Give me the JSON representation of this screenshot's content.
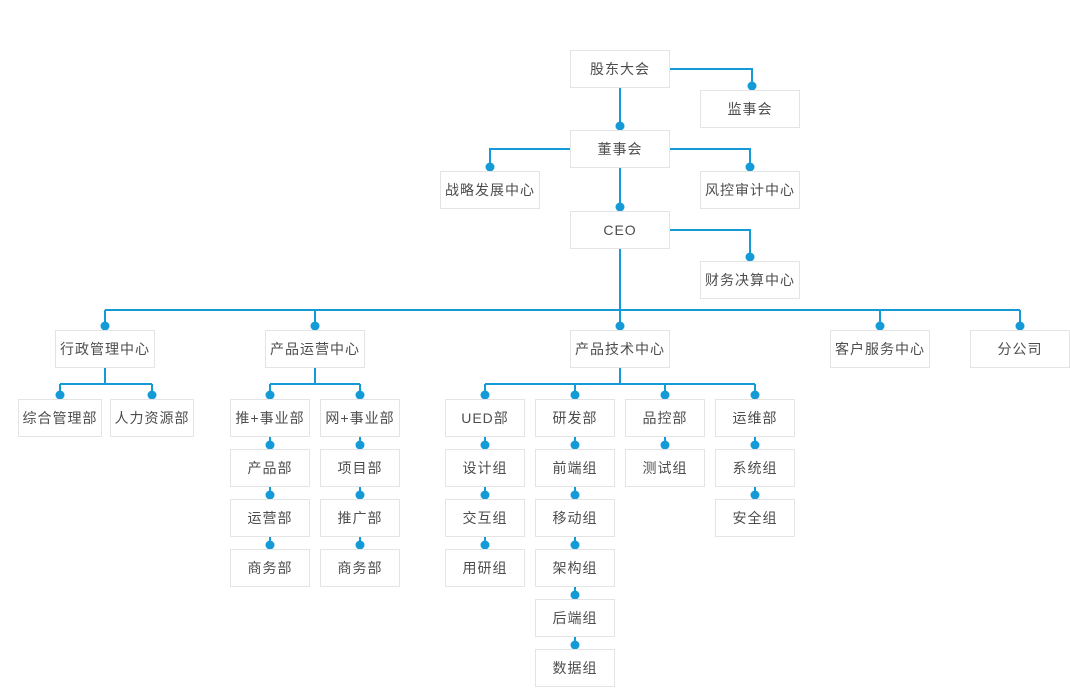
{
  "diagram": {
    "type": "org-chart",
    "accent_color": "#149bd7",
    "node_border_color": "#e4e4e4",
    "node_text_color": "#4d4d4d",
    "background_color": "#ffffff"
  },
  "nodes": {
    "shareholders_meeting": {
      "label": "股东大会"
    },
    "supervisory_board": {
      "label": "监事会"
    },
    "board_of_directors": {
      "label": "董事会"
    },
    "strategy_center": {
      "label": "战略发展中心"
    },
    "risk_audit_center": {
      "label": "风控审计中心"
    },
    "ceo": {
      "label": "CEO"
    },
    "finance_center": {
      "label": "财务决算中心"
    },
    "admin_center": {
      "label": "行政管理中心"
    },
    "product_ops_center": {
      "label": "产品运营中心"
    },
    "product_tech_center": {
      "label": "产品技术中心"
    },
    "customer_service_center": {
      "label": "客户服务中心"
    },
    "branch_company": {
      "label": "分公司"
    },
    "general_admin_dept": {
      "label": "综合管理部"
    },
    "hr_dept": {
      "label": "人力资源部"
    },
    "tui_division": {
      "label": "推+事业部"
    },
    "wang_division": {
      "label": "网+事业部"
    },
    "product_dept": {
      "label": "产品部"
    },
    "operation_dept": {
      "label": "运营部"
    },
    "business_dept_tui": {
      "label": "商务部"
    },
    "project_dept": {
      "label": "项目部"
    },
    "promotion_dept": {
      "label": "推广部"
    },
    "business_dept_wang": {
      "label": "商务部"
    },
    "ued_dept": {
      "label": "UED部"
    },
    "rd_dept": {
      "label": "研发部"
    },
    "qc_dept": {
      "label": "品控部"
    },
    "om_dept": {
      "label": "运维部"
    },
    "design_group": {
      "label": "设计组"
    },
    "interaction_group": {
      "label": "交互组"
    },
    "user_research_group": {
      "label": "用研组"
    },
    "frontend_group": {
      "label": "前端组"
    },
    "mobile_group": {
      "label": "移动组"
    },
    "architecture_group": {
      "label": "架构组"
    },
    "backend_group": {
      "label": "后端组"
    },
    "data_group": {
      "label": "数据组"
    },
    "testing_group": {
      "label": "测试组"
    },
    "system_group": {
      "label": "系统组"
    },
    "security_group": {
      "label": "安全组"
    }
  },
  "edges": [
    [
      "shareholders_meeting",
      "supervisory_board"
    ],
    [
      "shareholders_meeting",
      "board_of_directors"
    ],
    [
      "board_of_directors",
      "strategy_center"
    ],
    [
      "board_of_directors",
      "risk_audit_center"
    ],
    [
      "board_of_directors",
      "ceo"
    ],
    [
      "ceo",
      "finance_center"
    ],
    [
      "ceo",
      "admin_center"
    ],
    [
      "ceo",
      "product_ops_center"
    ],
    [
      "ceo",
      "product_tech_center"
    ],
    [
      "ceo",
      "customer_service_center"
    ],
    [
      "ceo",
      "branch_company"
    ],
    [
      "admin_center",
      "general_admin_dept"
    ],
    [
      "admin_center",
      "hr_dept"
    ],
    [
      "product_ops_center",
      "tui_division"
    ],
    [
      "product_ops_center",
      "wang_division"
    ],
    [
      "tui_division",
      "product_dept"
    ],
    [
      "product_dept",
      "operation_dept"
    ],
    [
      "operation_dept",
      "business_dept_tui"
    ],
    [
      "wang_division",
      "project_dept"
    ],
    [
      "project_dept",
      "promotion_dept"
    ],
    [
      "promotion_dept",
      "business_dept_wang"
    ],
    [
      "product_tech_center",
      "ued_dept"
    ],
    [
      "product_tech_center",
      "rd_dept"
    ],
    [
      "product_tech_center",
      "qc_dept"
    ],
    [
      "product_tech_center",
      "om_dept"
    ],
    [
      "ued_dept",
      "design_group"
    ],
    [
      "design_group",
      "interaction_group"
    ],
    [
      "interaction_group",
      "user_research_group"
    ],
    [
      "rd_dept",
      "frontend_group"
    ],
    [
      "frontend_group",
      "mobile_group"
    ],
    [
      "mobile_group",
      "architecture_group"
    ],
    [
      "architecture_group",
      "backend_group"
    ],
    [
      "backend_group",
      "data_group"
    ],
    [
      "qc_dept",
      "testing_group"
    ],
    [
      "om_dept",
      "system_group"
    ],
    [
      "system_group",
      "security_group"
    ]
  ]
}
